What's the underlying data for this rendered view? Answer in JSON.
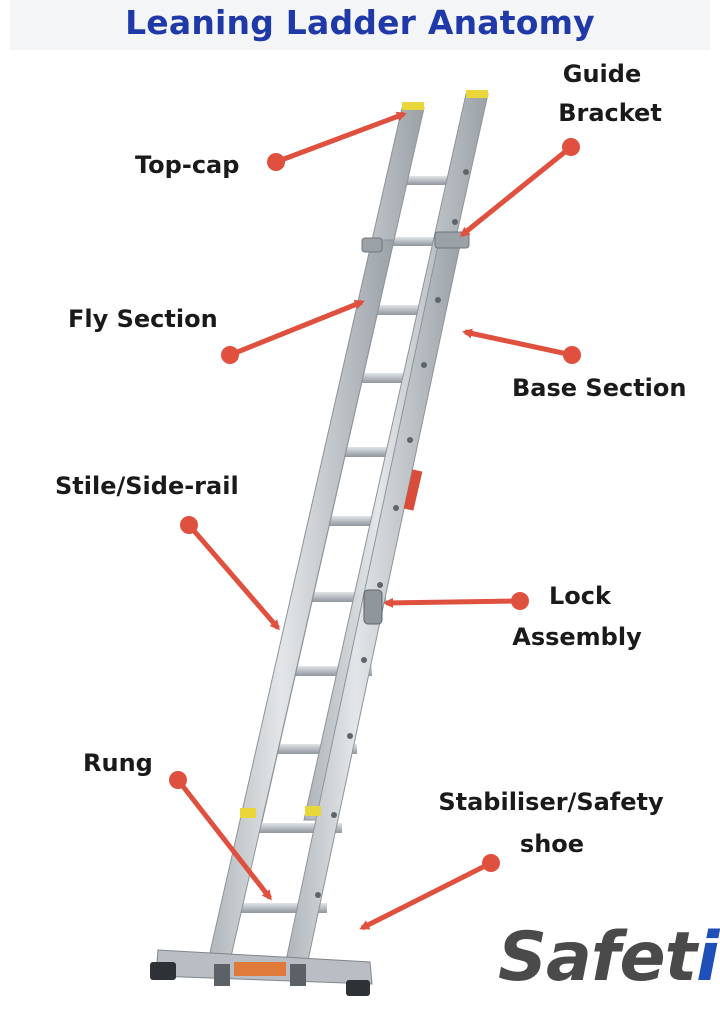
{
  "title": "Leaning Ladder Anatomy",
  "labels": {
    "top_cap": "Top-cap",
    "guide_bracket_1": "Guide",
    "guide_bracket_2": "Bracket",
    "fly_section": "Fly Section",
    "base_section": "Base Section",
    "stile": "Stile/Side-rail",
    "lock_1": "Lock",
    "lock_2": "Assembly",
    "rung": "Rung",
    "shoe_1": "Stabiliser/Safety",
    "shoe_2": "shoe"
  },
  "logo": {
    "main": "Safet",
    "accent": "i"
  },
  "colors": {
    "title": "#1f3aa8",
    "arrow": "#e0503f",
    "ladder": "#c9cdd1",
    "cap": "#e9d63a",
    "logo_accent": "#1f4fb8"
  }
}
